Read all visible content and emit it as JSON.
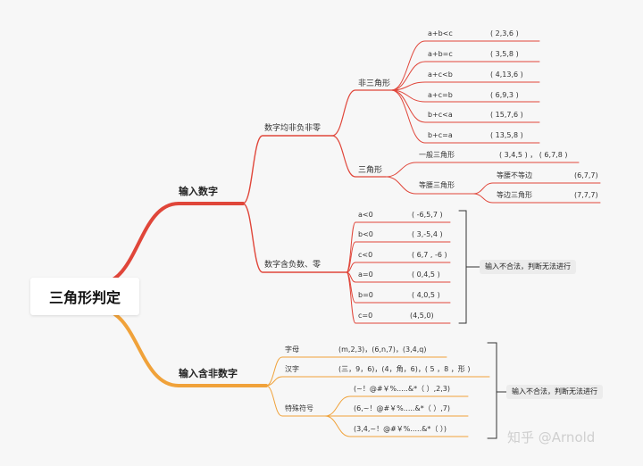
{
  "root": {
    "title": "三角形判定"
  },
  "colors": {
    "red": "#e0463a",
    "orange": "#f0a23a",
    "bracket": "#333333"
  },
  "branches": {
    "numbers": {
      "label": "输入数字",
      "nonneg": {
        "label": "数字均非负非零",
        "non_triangle": {
          "label": "非三角形",
          "cases": [
            {
              "cond": "a+b<c",
              "example": "( 2,3,6 )"
            },
            {
              "cond": "a+b=c",
              "example": "( 3,5,8 )"
            },
            {
              "cond": "a+c<b",
              "example": "( 4,13,6 )"
            },
            {
              "cond": "a+c=b",
              "example": "( 6,9,3 )"
            },
            {
              "cond": "b+c<a",
              "example": "( 15,7,6 )"
            },
            {
              "cond": "b+c=a",
              "example": "( 13,5,8 )"
            }
          ]
        },
        "triangle": {
          "label": "三角形",
          "general": {
            "label": "一般三角形",
            "example": "( 3,4,5 ) ， ( 6,7,8 )"
          },
          "isosceles": {
            "label": "等腰三角形",
            "cases": [
              {
                "label": "等腰不等边",
                "example": "(6,7,7)"
              },
              {
                "label": "等边三角形",
                "example": "(7,7,7)"
              }
            ]
          }
        }
      },
      "neg_zero": {
        "label": "数字含负数、零",
        "cases": [
          {
            "cond": "a<0",
            "example": "( -6,5,7 )"
          },
          {
            "cond": "b<0",
            "example": "( 3,-5,4 )"
          },
          {
            "cond": "c<0",
            "example": "( 6,7 , -6 )"
          },
          {
            "cond": "a=0",
            "example": "( 0,4,5 )"
          },
          {
            "cond": "b=0",
            "example": "( 4,0,5 )"
          },
          {
            "cond": "c=0",
            "example": "(4,5,0)"
          }
        ],
        "note": "输入不合法，判断无法进行"
      }
    },
    "non_numbers": {
      "label": "输入含非数字",
      "letters": {
        "label": "字母",
        "example": "(m,2,3)，(6,n,7)，(3,4,q)"
      },
      "chinese": {
        "label": "汉字",
        "example": "(三，9，6)，(4，角，6)，( 5 ，8 ，形 )"
      },
      "special": {
        "label": "特殊符号",
        "cases": [
          "(~！@#￥%.....&*（ ）,2,3)",
          "(6,~！@#￥%.....&*（ ）,7)",
          "(3,4,~！@#￥%.....&*（ ）)"
        ]
      },
      "note": "输入不合法，判断无法进行"
    }
  },
  "watermark": "知乎 @Arnold"
}
